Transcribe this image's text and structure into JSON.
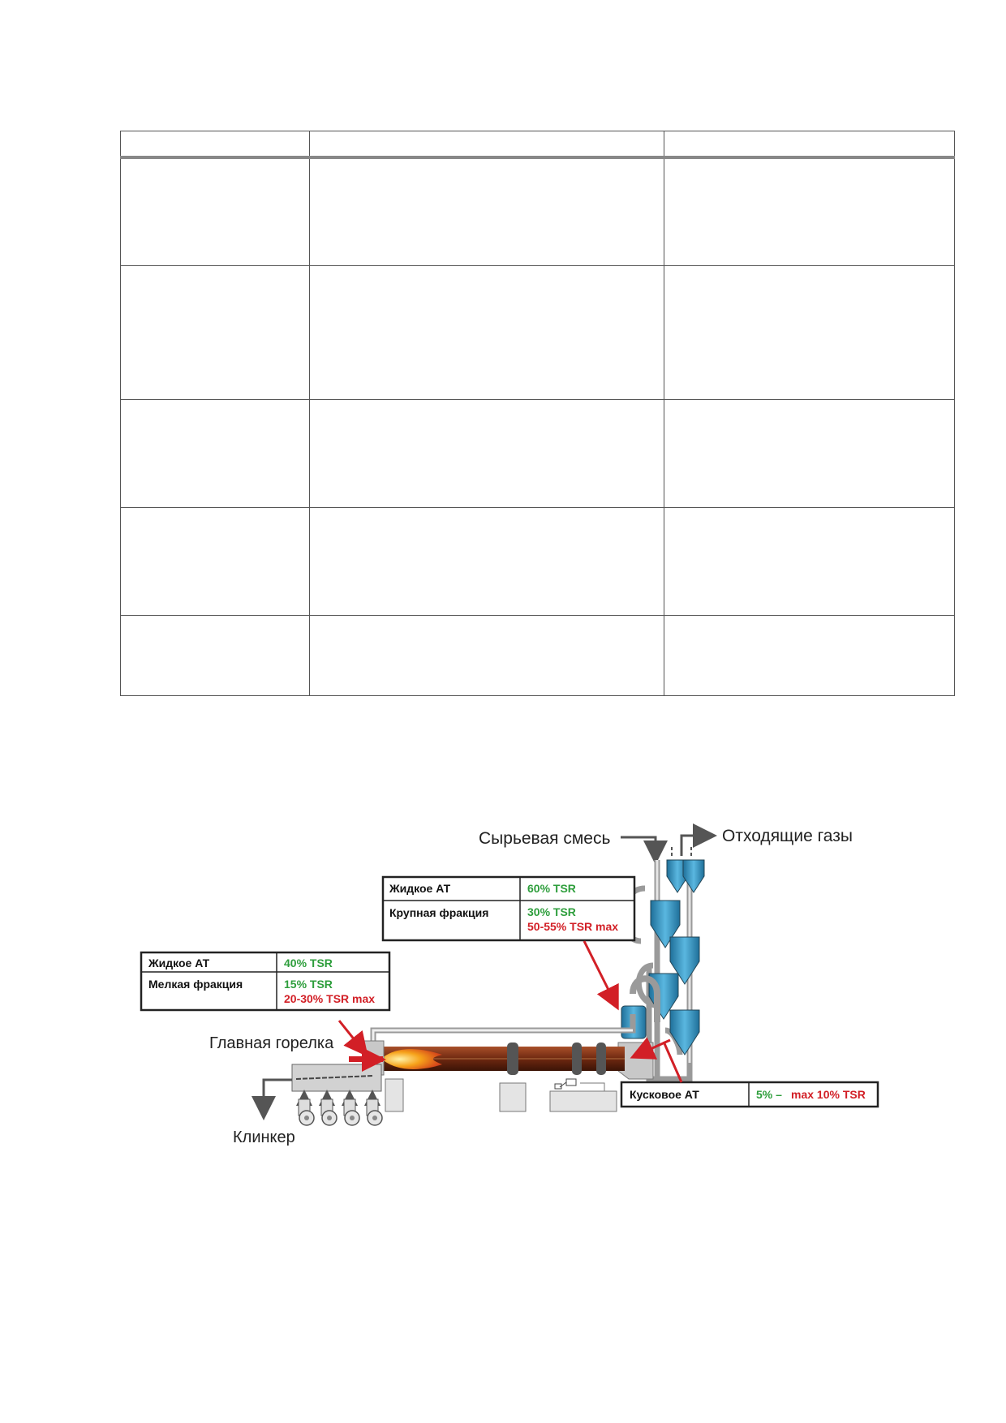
{
  "table": {
    "columns": [
      "",
      "",
      ""
    ],
    "row_count": 5
  },
  "diagram": {
    "labels": {
      "raw_mix": "Сырьевая смесь",
      "exhaust_gases": "Отходящие газы",
      "main_burner": "Главная горелка",
      "clinker": "Клинкер"
    },
    "box_calciner": {
      "row1_label": "Жидкое АТ",
      "row1_value": "60% TSR",
      "row2_label": "Крупная фракция",
      "row2_value": "30% TSR",
      "row2_max": "50-55% TSR max"
    },
    "box_burner": {
      "row1_label": "Жидкое АТ",
      "row1_value": "40% TSR",
      "row2_label": "Мелкая фракция",
      "row2_value": "15% TSR",
      "row2_max": "20-30% TSR max"
    },
    "box_inlet": {
      "label": "Кусковое АТ",
      "value": "5% –",
      "max": "max 10% TSR"
    },
    "colors": {
      "green": "#2e9e3c",
      "red": "#d21f26",
      "kiln_brown": "#7a2e12",
      "cyclone_blue": "#2f8fbf",
      "arrow_gray": "#6b6b6b"
    }
  }
}
